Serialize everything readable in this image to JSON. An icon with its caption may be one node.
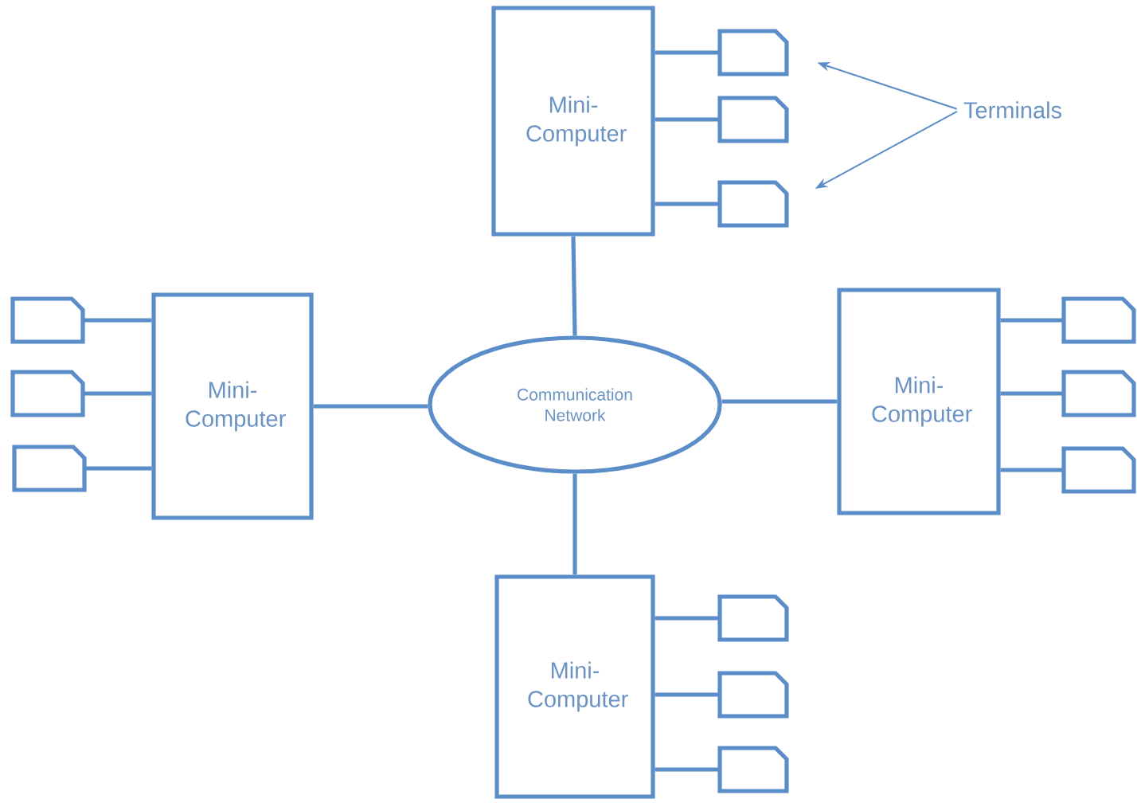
{
  "diagram": {
    "nodes": [
      {
        "text": [
          "Mini-Computer"
        ]
      },
      {
        "text": [
          "Terminals"
        ]
      },
      {
        "text": [
          "Mini-Computer"
        ]
      },
      {
        "text": [
          "Communication Network"
        ]
      },
      {
        "text": [
          "Mini-Computer"
        ]
      },
      {
        "text": [
          "Mini-Computer"
        ]
      },
      {
        "text": [],
        "shape": "box"
      },
      {
        "text": [],
        "shape": "box"
      },
      {
        "text": [],
        "shape": "box"
      },
      {
        "text": [],
        "shape": "box"
      },
      {
        "text": [],
        "shape": "box"
      },
      {
        "text": [],
        "shape": "box"
      },
      {
        "text": [],
        "shape": "box"
      },
      {
        "text": [],
        "shape": "box"
      },
      {
        "text": [],
        "shape": "box"
      },
      {
        "text": [],
        "shape": "box"
      },
      {
        "text": [],
        "shape": "box"
      },
      {
        "text": [],
        "shape": "box"
      }
    ],
    "edges": [
      {
        "from": 3,
        "to": 0,
        "arrow": "none"
      },
      {
        "from": 3,
        "to": 2,
        "arrow": "none"
      },
      {
        "from": 3,
        "to": 4,
        "arrow": "none"
      },
      {
        "from": 3,
        "to": 5,
        "arrow": "none"
      },
      {
        "from": 0,
        "to": 6,
        "arrow": "none"
      },
      {
        "from": 0,
        "to": 7,
        "arrow": "none"
      },
      {
        "from": 0,
        "to": 8,
        "arrow": "none"
      },
      {
        "from": 2,
        "to": 9,
        "arrow": "none"
      },
      {
        "from": 2,
        "to": 10,
        "arrow": "none"
      },
      {
        "from": 2,
        "to": 11,
        "arrow": "none"
      },
      {
        "from": 4,
        "to": 12,
        "arrow": "none"
      },
      {
        "from": 4,
        "to": 13,
        "arrow": "none"
      },
      {
        "from": 4,
        "to": 14,
        "arrow": "none"
      },
      {
        "from": 5,
        "to": 15,
        "arrow": "none"
      },
      {
        "from": 5,
        "to": 16,
        "arrow": "none"
      },
      {
        "from": 5,
        "to": 17,
        "arrow": "none"
      },
      {
        "from": 1,
        "to": 6,
        "arrow": "to"
      },
      {
        "from": 1,
        "to": 8,
        "arrow": "to"
      }
    ]
  }
}
